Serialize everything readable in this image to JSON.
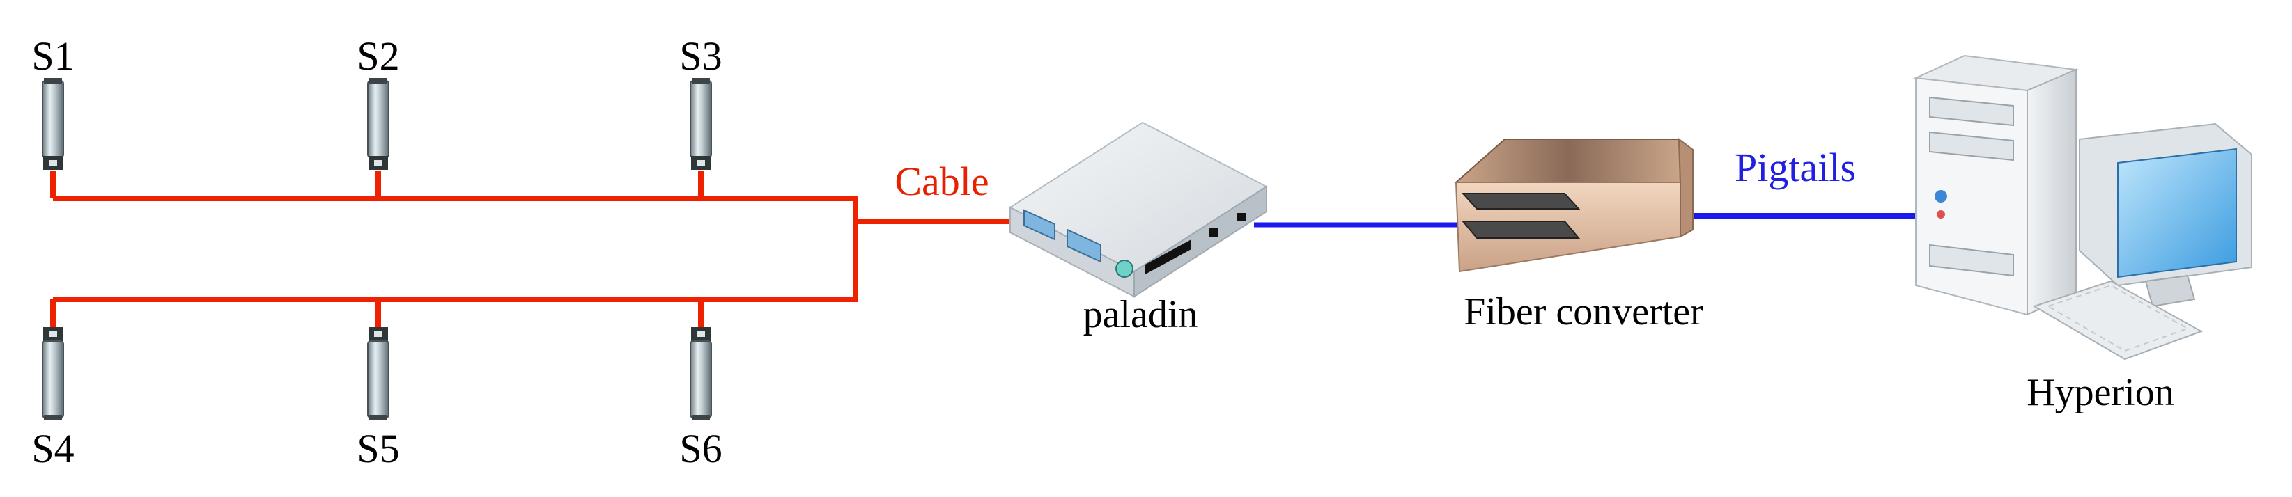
{
  "sensors": [
    {
      "id": "S1"
    },
    {
      "id": "S2"
    },
    {
      "id": "S3"
    },
    {
      "id": "S4"
    },
    {
      "id": "S5"
    },
    {
      "id": "S6"
    }
  ],
  "links": {
    "cable_label": "Cable",
    "pigtails_label": "Pigtails"
  },
  "devices": {
    "paladin": "paladin",
    "fiber_converter": "Fiber converter",
    "computer": "Hyperion"
  },
  "colors": {
    "cable": "#ee2200",
    "fiber": "#1a1aee",
    "cable_text": "#e82000",
    "pigtails_text": "#2020e0"
  },
  "icons": {
    "sensor": "cylindrical-sensor-icon",
    "paladin": "paladin-box-icon",
    "fiber_converter": "fiber-converter-icon",
    "computer": "desktop-computer-icon"
  }
}
